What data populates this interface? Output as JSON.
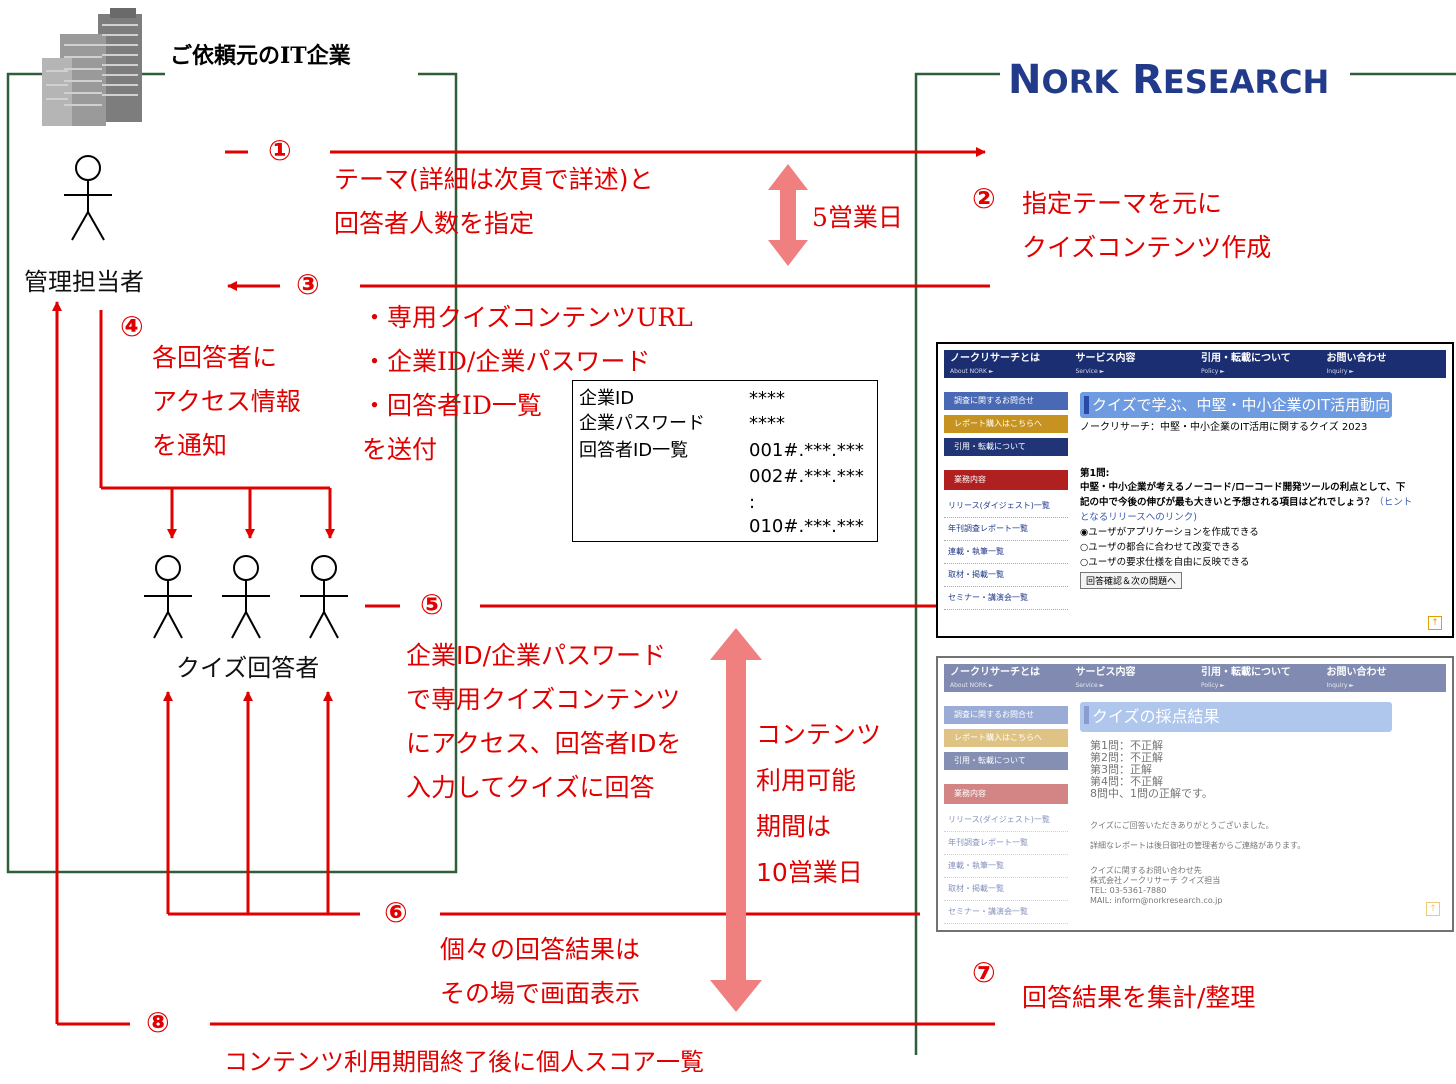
{
  "client_title": "ご依頼元のIT企業",
  "logo": {
    "part1": "N",
    "part2": "ORK",
    "part3": "R",
    "part4": "ESEARCH"
  },
  "steps": {
    "s1": "①",
    "s2": "②",
    "s3": "③",
    "s4": "④",
    "s5": "⑤",
    "s6": "⑥",
    "s7": "⑦",
    "s8": "⑧"
  },
  "step1_text": [
    "テーマ(詳細は次頁で詳述)と",
    "回答者人数を指定"
  ],
  "lead_time": "5営業日",
  "step2_text": [
    "指定テーマを元に",
    "クイズコンテンツ作成"
  ],
  "manager_label": "管理担当者",
  "step3_text": [
    "・専用クイズコンテンツURL",
    "・企業ID/企業パスワード",
    "・回答者ID一覧",
    "を送付"
  ],
  "step4_text": [
    "各回答者に",
    "アクセス情報",
    "を通知"
  ],
  "id_box": {
    "rows": [
      {
        "label": "企業ID",
        "value": "****"
      },
      {
        "label": "企業パスワード",
        "value": "****"
      },
      {
        "label": "回答者ID一覧",
        "value": "001#.***.***"
      },
      {
        "label": "",
        "value": "002#.***.***"
      },
      {
        "label": "",
        "value": ":"
      },
      {
        "label": "",
        "value": "010#.***.***"
      }
    ]
  },
  "respondent_label": "クイズ回答者",
  "step5_text": [
    "企業ID/企業パスワード",
    "で専用クイズコンテンツ",
    "にアクセス、回答者IDを",
    "入力してクイズに回答"
  ],
  "period_text": [
    "コンテンツ",
    "利用可能",
    "期間は",
    "10営業日"
  ],
  "step6_text": [
    "個々の回答結果は",
    "その場で画面表示"
  ],
  "step7_text": "回答結果を集計/整理",
  "step8_text": "コンテンツ利用期間終了後に個人スコア一覧",
  "screenshot1": {
    "nav": [
      {
        "label": "ノークリサーチとは",
        "sub": "About NORK ►"
      },
      {
        "label": "サービス内容",
        "sub": "Service ►"
      },
      {
        "label": "引用・転載について",
        "sub": "Policy ►"
      },
      {
        "label": "お問い合わせ",
        "sub": "Inquiry ►"
      }
    ],
    "side_buttons": [
      "調査に関するお問合せ",
      "レポート購入はこちらへ",
      "引用・転載について"
    ],
    "side_header": "業務内容",
    "side_links": [
      "リリース(ダイジェスト)一覧",
      "年刊調査レポート一覧",
      "連載・執筆一覧",
      "取材・掲載一覧",
      "セミナー・講演会一覧"
    ],
    "title": "クイズで学ぶ、中堅・中小企業のIT活用動向",
    "subtitle": "ノークリサーチ：中堅・中小企業のIT活用に関するクイズ 2023",
    "q_no": "第1問:",
    "q_line1": "中堅・中小企業が考えるノーコード/ローコード開発ツールの利点として、下",
    "q_line2": "記の中で今後の伸びが最も大きいと予想される項目はどれでしょう？",
    "q_hint1": "（ヒント",
    "q_hint2": "となるリリースへのリンク)",
    "options": [
      "◉ユーザがアプリケーションを作成できる",
      "○ユーザの都合に合わせて改変できる",
      "○ユーザの要求仕様を自由に反映できる"
    ],
    "button": "回答確認＆次の問題へ"
  },
  "screenshot2": {
    "nav": [
      {
        "label": "ノークリサーチとは",
        "sub": "About NORK ►"
      },
      {
        "label": "サービス内容",
        "sub": "Service ►"
      },
      {
        "label": "引用・転載について",
        "sub": "Policy ►"
      },
      {
        "label": "お問い合わせ",
        "sub": "Inquiry ►"
      }
    ],
    "side_buttons": [
      "調査に関するお問合せ",
      "レポート購入はこちらへ",
      "引用・転載について"
    ],
    "side_header": "業務内容",
    "side_links": [
      "リリース(ダイジェスト)一覧",
      "年刊調査レポート一覧",
      "連載・執筆一覧",
      "取材・掲載一覧",
      "セミナー・講演会一覧"
    ],
    "title": "クイズの採点結果",
    "results": [
      "第1問：不正解",
      "第2問：不正解",
      "第3問：正解",
      "第4問：不正解",
      "8問中、1問の正解です。"
    ],
    "thanks": "クイズにご回答いただきありがとうございました。",
    "note": "詳細なレポートは後日御社の管理者からご連絡があります。",
    "contact": [
      "クイズに関するお問い合わせ先",
      "株式会社ノークリサーチ クイズ担当",
      "TEL: 03-5361-7880",
      "MAIL: inform@norkresearch.co.jp"
    ]
  }
}
